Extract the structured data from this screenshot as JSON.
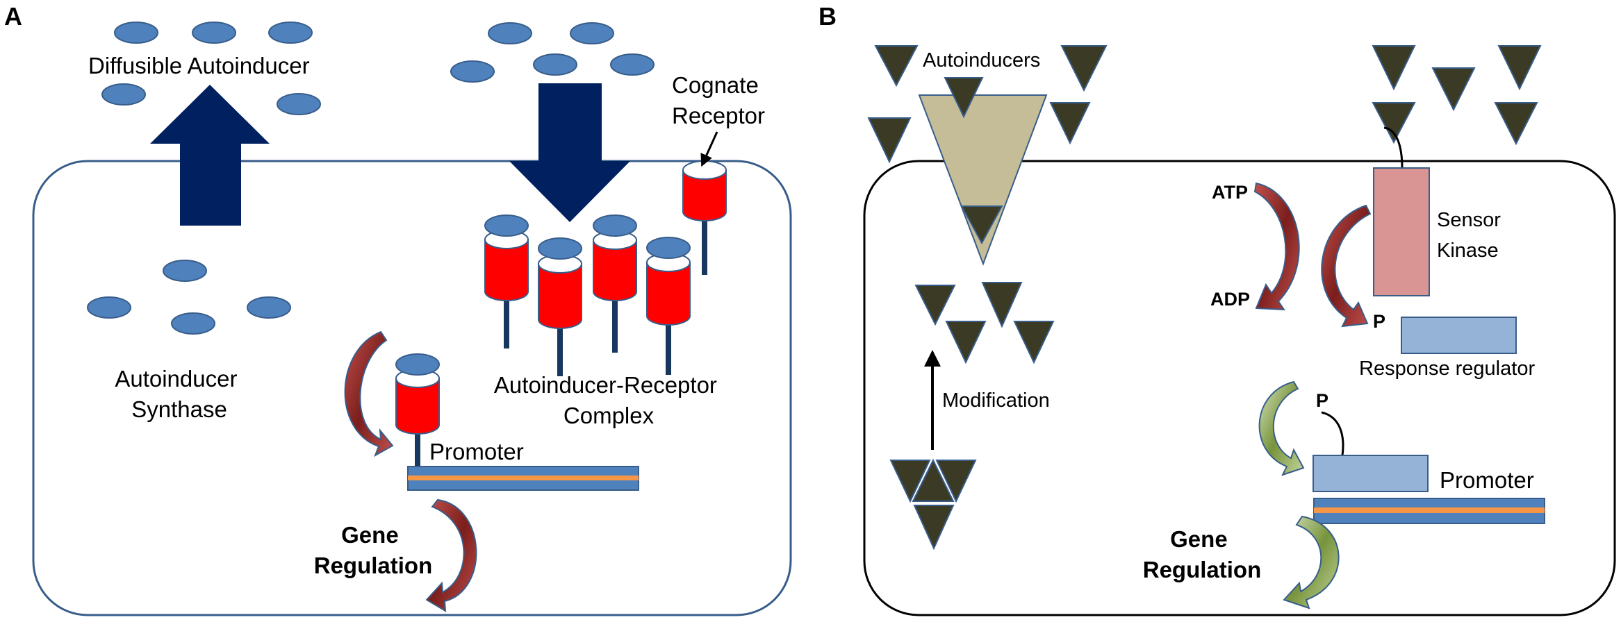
{
  "panel_a": {
    "letter": "A",
    "diffusible_autoinducer": "Diffusible Autoinducer",
    "cognate_receptor_line1": "Cognate",
    "cognate_receptor_line2": "Receptor",
    "synthase_line1": "Autoinducer",
    "synthase_line2": "Synthase",
    "complex_line1": "Autoinducer-Receptor",
    "complex_line2": "Complex",
    "promoter": "Promoter",
    "gene_line1": "Gene",
    "gene_line2": "Regulation"
  },
  "panel_b": {
    "letter": "B",
    "autoinducers": "Autoinducers",
    "atp": "ATP",
    "adp": "ADP",
    "sensor_line1": "Sensor",
    "sensor_line2": "Kinase",
    "phospho_1": "P",
    "phospho_2": "P",
    "response_regulator": "Response regulator",
    "modification": "Modification",
    "promoter": "Promoter",
    "gene_line1": "Gene",
    "gene_line2": "Regulation"
  },
  "colors": {
    "autoinducer": "#4f81bd",
    "dark_arrow": "#002060",
    "receptor_red": "#ff0000",
    "triangle_dark": "#3b3a25",
    "tan": "#c4bd97",
    "sensor_pink": "#d99594",
    "regulator_blue": "#95b3d7",
    "dna_orange": "#f79646",
    "red_arrow": "#953735",
    "green_arrow": "#9bbb59"
  }
}
